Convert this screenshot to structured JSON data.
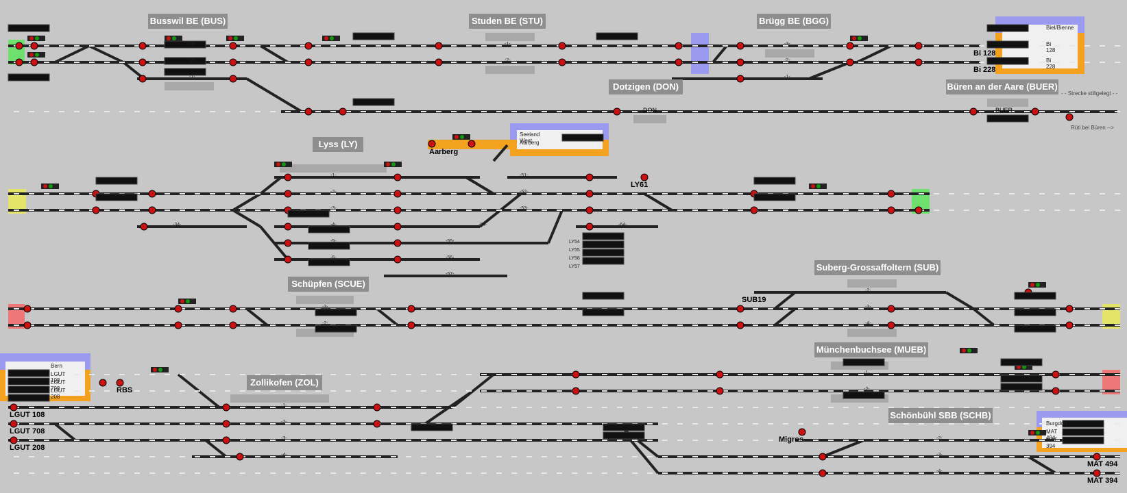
{
  "stations": [
    {
      "id": "bus",
      "name": "Busswil BE (BUS)"
    },
    {
      "id": "stu",
      "name": "Studen BE (STU)"
    },
    {
      "id": "bgg",
      "name": "Brügg BE (BGG)"
    },
    {
      "id": "don",
      "name": "Dotzigen (DON)"
    },
    {
      "id": "buer",
      "name": "Büren an der Aare (BUER)"
    },
    {
      "id": "ly",
      "name": "Lyss (LY)"
    },
    {
      "id": "scue",
      "name": "Schüpfen (SCUE)"
    },
    {
      "id": "sub",
      "name": "Suberg-Grossaffoltern (SUB)"
    },
    {
      "id": "mueb",
      "name": "Münchenbuchsee (MUEB)"
    },
    {
      "id": "zol",
      "name": "Zollikofen (ZOL)"
    },
    {
      "id": "schb",
      "name": "Schönbühl SBB (SCHB)"
    }
  ],
  "labels": {
    "bi128": "Bi 128",
    "bi228": "Bi 228",
    "aarberg": "Aarberg",
    "ly61": "LY61",
    "sub19": "SUB19",
    "rbs": "RBS",
    "lgut108": "LGUT 108",
    "lgut708": "LGUT 708",
    "lgut208": "LGUT 208",
    "migros": "Migros",
    "mat494": "MAT 494",
    "mat394": "MAT 394",
    "don_track": "DON",
    "buer_track": "BUER"
  },
  "panels": {
    "biel": {
      "title": "Biel/Bienne",
      "rows": [
        "Bi 128",
        "Bi 228"
      ]
    },
    "seeland": {
      "rows": [
        "Seeland West",
        "Aarberg"
      ]
    },
    "bern": {
      "rows": [
        "Bern",
        "LGUT 108",
        "LGUT 708",
        "LGUT 208"
      ]
    },
    "burgdorf": {
      "rows": [
        "Burgdorf",
        "MAT 494",
        "MAT 394"
      ]
    }
  },
  "notes": {
    "stillgelegt": "- - Strecke stillgelegt - -",
    "rueti": "Rüti bei Büren -->",
    "lyss_blocks": [
      "LY54",
      "LY55",
      "LY56",
      "LY57"
    ]
  },
  "track_numbers": {
    "bus": [
      "-3-",
      "-2-",
      "-1-"
    ],
    "stu": [
      "-1-",
      "-2-"
    ],
    "bgg": [
      "-3-",
      "-2-",
      "-1-"
    ],
    "ly": [
      "-1-",
      "-2-",
      "-3-",
      "-4-",
      "-5-",
      "-6-",
      "-34-",
      "-51-",
      "-52-",
      "-53-",
      "-54-",
      "-55-",
      "-56-",
      "-57-",
      "-64-"
    ],
    "scue": [
      "-3-",
      "-2-"
    ],
    "sub": [
      "-2-",
      "-3-",
      "-4-"
    ],
    "mueb": [
      "-1-",
      "-2-"
    ],
    "zol": [
      "-1-",
      "-2-",
      "-3-",
      "-4-"
    ],
    "schb": [
      "-2-",
      "-3-",
      "-4-"
    ]
  },
  "colors": {
    "background": "#c7c7c7",
    "track": "#222222",
    "signal_red": "#cc1111",
    "signal_green": "#119911",
    "station_bg": "#8e8e8e",
    "panel_blue": "#9a9af0",
    "panel_orange": "#f2a21e",
    "entry_green": "#6ee06e",
    "entry_yellow": "#e4e46a",
    "entry_red": "#ee7777"
  }
}
